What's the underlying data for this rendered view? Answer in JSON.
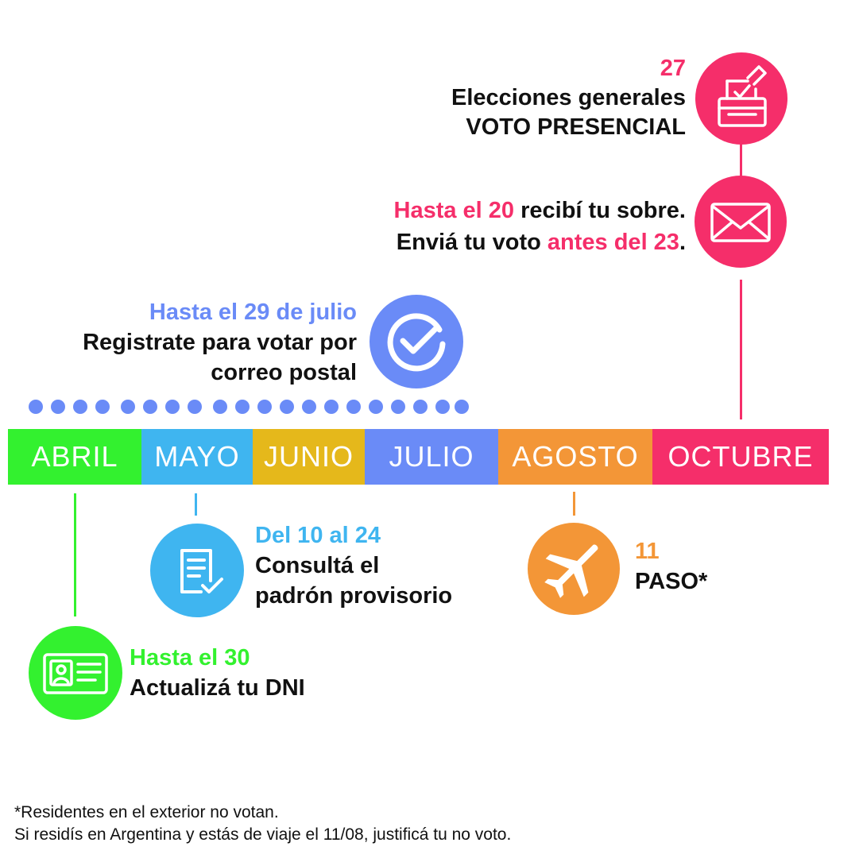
{
  "colors": {
    "abril": "#33f12f",
    "mayo": "#3fb5f0",
    "junio": "#e5b81b",
    "julio": "#6a8bf7",
    "agosto": "#f39637",
    "octubre": "#f52e6a"
  },
  "timeline": {
    "months": [
      {
        "label": "ABRIL"
      },
      {
        "label": "MAYO"
      },
      {
        "label": "JUNIO"
      },
      {
        "label": "JULIO"
      },
      {
        "label": "AGOSTO"
      },
      {
        "label": "OCTUBRE"
      }
    ]
  },
  "events": {
    "elecciones": {
      "date": "27",
      "line1": "Elecciones generales",
      "line2": "VOTO PRESENCIAL",
      "icon": "ballot-box-icon"
    },
    "sobre": {
      "highlight1": "Hasta el 20",
      "text1": " recibí tu sobre.",
      "text2": "Enviá tu voto ",
      "highlight2": "antes del 23",
      "text3": ".",
      "icon": "envelope-icon"
    },
    "registro": {
      "date": "Hasta el 29 de julio",
      "line1": "Registrate para votar por",
      "line2": "correo postal",
      "icon": "check-circle-icon"
    },
    "padron": {
      "date": "Del 10 al 24",
      "line1": "Consultá el",
      "line2": "padrón provisorio",
      "icon": "document-check-icon"
    },
    "paso": {
      "date": "11",
      "line1": "PASO*",
      "icon": "airplane-icon"
    },
    "dni": {
      "date": "Hasta el 30",
      "line1": "Actualizá tu DNI",
      "icon": "id-card-icon"
    }
  },
  "footnote": {
    "line1": "*Residentes en el exterior no votan.",
    "line2": "Si residís en Argentina y estás de viaje el 11/08, justificá tu no voto."
  }
}
